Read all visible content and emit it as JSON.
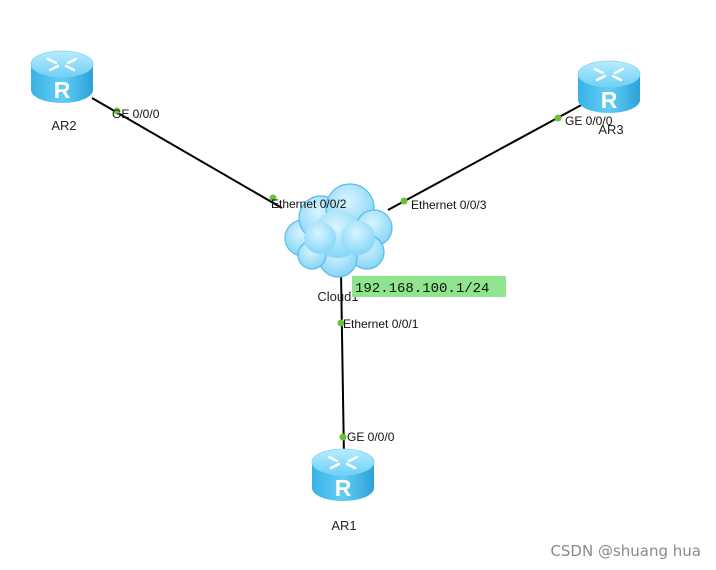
{
  "devices": {
    "ar1": {
      "name": "AR1",
      "icon": "router-icon",
      "glyph": "R"
    },
    "ar2": {
      "name": "AR2",
      "icon": "router-icon",
      "glyph": "R"
    },
    "ar3": {
      "name": "AR3",
      "icon": "router-icon",
      "glyph": "R"
    },
    "cloud": {
      "name": "Cloud1",
      "icon": "cloud-icon"
    }
  },
  "ports": {
    "ar2_ge": "GE 0/0/0",
    "ar3_ge": "GE 0/0/0",
    "ar1_ge": "GE 0/0/0",
    "cloud_eth2": "Ethernet 0/0/2",
    "cloud_eth3": "Ethernet 0/0/3",
    "cloud_eth1": "Ethernet 0/0/1"
  },
  "cloud_ip": "192.168.100.1/24",
  "watermark": "CSDN @shuang hua",
  "colors": {
    "link": "#000000",
    "port_dot": "#67c23a",
    "ip_highlight": "#8ee58e",
    "router_body": "#4fc3f7"
  }
}
